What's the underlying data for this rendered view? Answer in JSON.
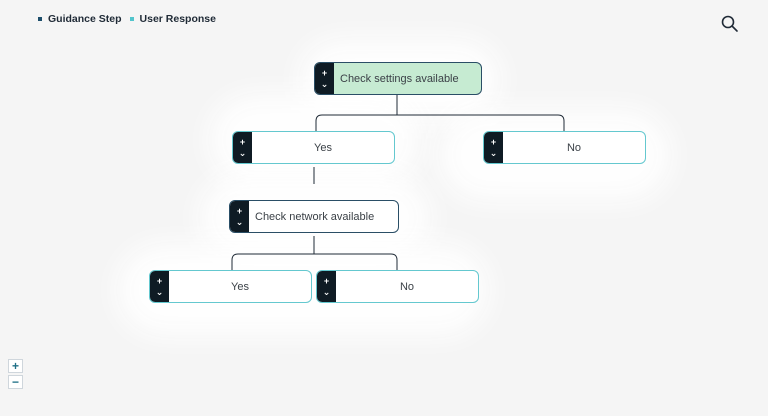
{
  "legend": {
    "guidance_label": "Guidance Step",
    "response_label": "User Response",
    "guidance_color": "#1d4e6b",
    "response_color": "#52c5cc"
  },
  "toolbar": {
    "search_icon": "search-icon"
  },
  "tree": {
    "root": {
      "label": "Check settings available",
      "kind": "guidance-step",
      "state": "active"
    },
    "root_yes": {
      "label": "Yes",
      "kind": "user-response"
    },
    "root_no": {
      "label": "No",
      "kind": "user-response"
    },
    "network": {
      "label": "Check network available",
      "kind": "guidance-step"
    },
    "network_yes": {
      "label": "Yes",
      "kind": "user-response"
    },
    "network_no": {
      "label": "No",
      "kind": "user-response"
    }
  },
  "node_controls": {
    "expand_symbol": "+",
    "collapse_symbol": "⌄"
  },
  "zoom": {
    "in_label": "+",
    "out_label": "−"
  },
  "colors": {
    "active_step_bg": "#c6ebd2",
    "connector": "#1f2a36",
    "node_control_bg": "#0f1b24"
  }
}
